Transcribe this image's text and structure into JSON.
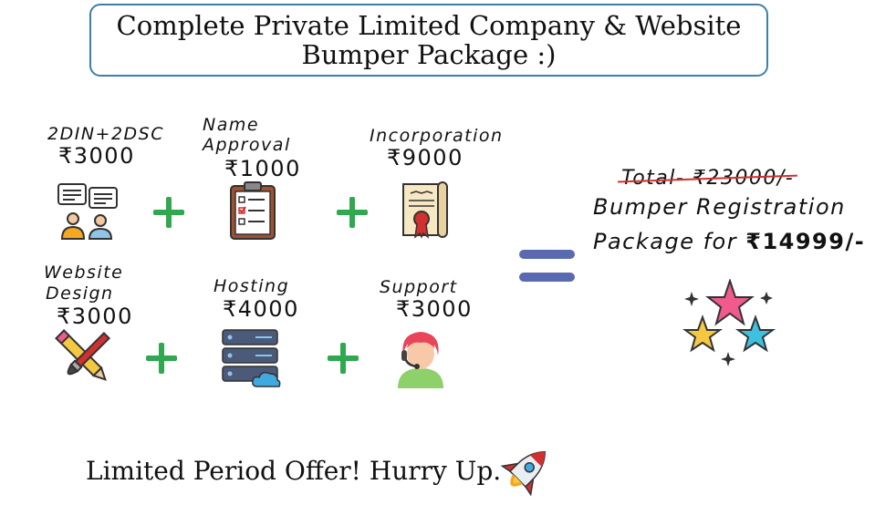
{
  "title_line1": "Complete Private Limited Company & Website",
  "title_line2": "Bumper Package :)",
  "items": [
    {
      "label_lines": [
        "2DIN+2DSC"
      ],
      "price": "₹3000",
      "icon": "consultation-people-icon"
    },
    {
      "label_lines": [
        "Name",
        "Approval"
      ],
      "price": "₹1000",
      "icon": "clipboard-checklist-icon"
    },
    {
      "label_lines": [
        "Incorporation"
      ],
      "price": "₹9000",
      "icon": "certificate-scroll-icon"
    },
    {
      "label_lines": [
        "Website",
        "Design"
      ],
      "price": "₹3000",
      "icon": "pencil-brush-icon"
    },
    {
      "label_lines": [
        "Hosting"
      ],
      "price": "₹4000",
      "icon": "server-cloud-icon"
    },
    {
      "label_lines": [
        "Support"
      ],
      "price": "₹3000",
      "icon": "headset-support-icon"
    }
  ],
  "total_text": "Total- ₹23000/-",
  "bumper_line1": "Bumper Registration",
  "bumper_line2_prefix": "Package for ",
  "bumper_price": "₹14999/-",
  "offer_text": "Limited Period Offer! Hurry Up.",
  "colors": {
    "plus": "#2fa84f",
    "equals": "#5a6ab0",
    "strike": "#d0302f",
    "title_border": "#3d7fa6"
  }
}
